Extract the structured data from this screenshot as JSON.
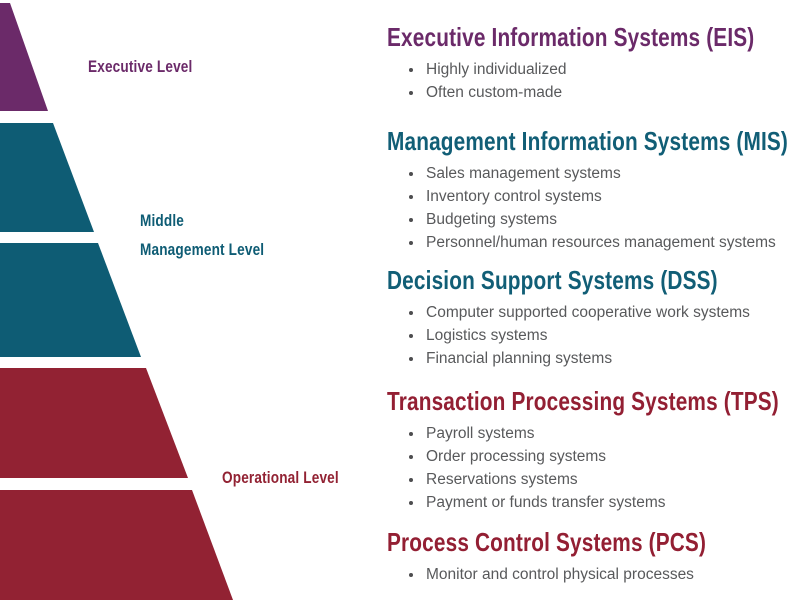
{
  "colors": {
    "purple": "#6B2A69",
    "teal": "#0E5C74",
    "red": "#922233",
    "heading_teal": "#115E76",
    "heading_red": "#931F33",
    "body_text": "#58595B"
  },
  "pyramid": {
    "labels": {
      "executive": "Executive Level",
      "middle_line1": "Middle",
      "middle_line2": "Management Level",
      "operational": "Operational Level"
    }
  },
  "sections": [
    {
      "id": "eis",
      "title": "Executive Information Systems (EIS)",
      "items": [
        "Highly individualized",
        "Often custom-made"
      ]
    },
    {
      "id": "mis",
      "title": "Management Information Systems (MIS)",
      "items": [
        "Sales management systems",
        "Inventory control systems",
        "Budgeting systems",
        "Personnel/human resources management systems"
      ]
    },
    {
      "id": "dss",
      "title": "Decision Support Systems (DSS)",
      "items": [
        "Computer supported cooperative work systems",
        "Logistics systems",
        "Financial planning systems"
      ]
    },
    {
      "id": "tps",
      "title": "Transaction Processing Systems (TPS)",
      "items": [
        "Payroll systems",
        "Order processing systems",
        "Reservations systems",
        "Payment or funds transfer systems"
      ]
    },
    {
      "id": "pcs",
      "title": "Process Control Systems (PCS)",
      "items": [
        "Monitor and control physical processes"
      ]
    }
  ]
}
